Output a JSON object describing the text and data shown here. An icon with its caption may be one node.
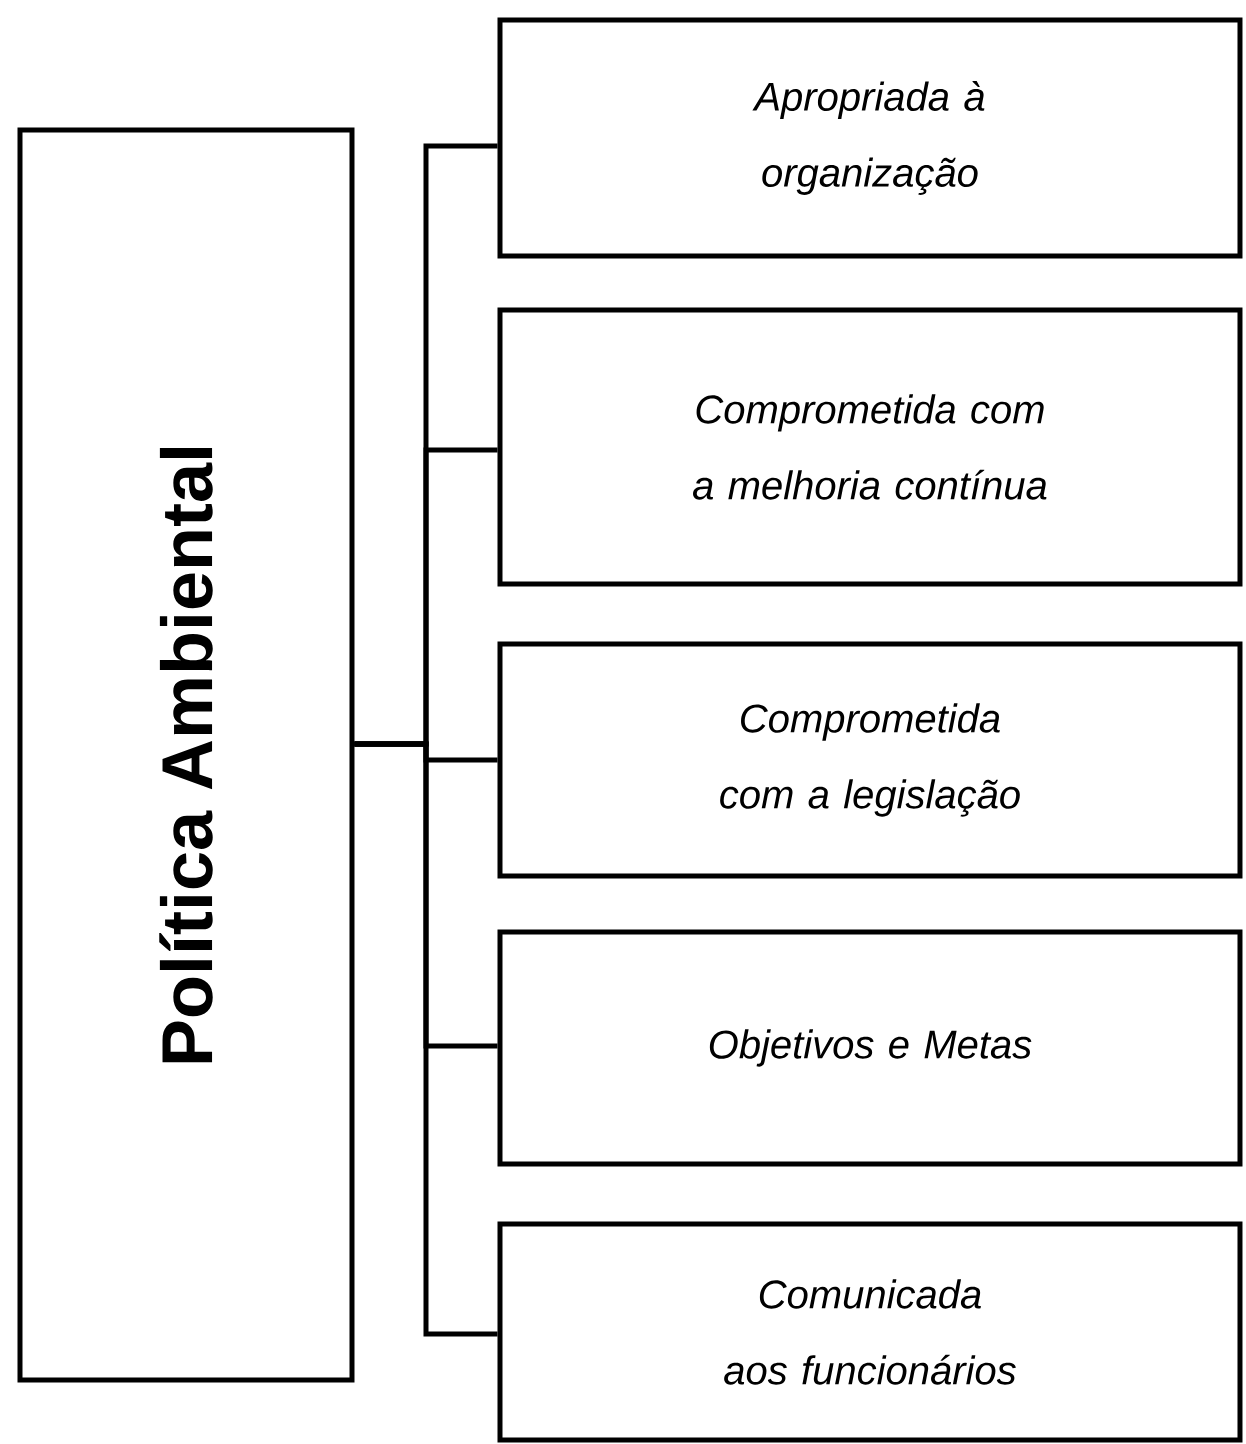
{
  "diagram": {
    "nodes": [
      {
        "text": [
          "Política Ambiental"
        ]
      },
      {
        "text": [
          "Apropriada à organização"
        ]
      },
      {
        "text": [
          "Comprometida com a melhoria contínua"
        ]
      },
      {
        "text": [
          "Comprometida com a legislação"
        ]
      },
      {
        "text": [
          "Objetivos e Metas"
        ]
      },
      {
        "text": [
          "Comunicada aos funcionários"
        ]
      }
    ],
    "edges": [
      {
        "from": 0,
        "to": 1,
        "arrow": "none"
      },
      {
        "from": 0,
        "to": 2,
        "arrow": "none"
      },
      {
        "from": 0,
        "to": 3,
        "arrow": "none"
      },
      {
        "from": 0,
        "to": 4,
        "arrow": "none"
      },
      {
        "from": 0,
        "to": 5,
        "arrow": "none"
      }
    ]
  }
}
